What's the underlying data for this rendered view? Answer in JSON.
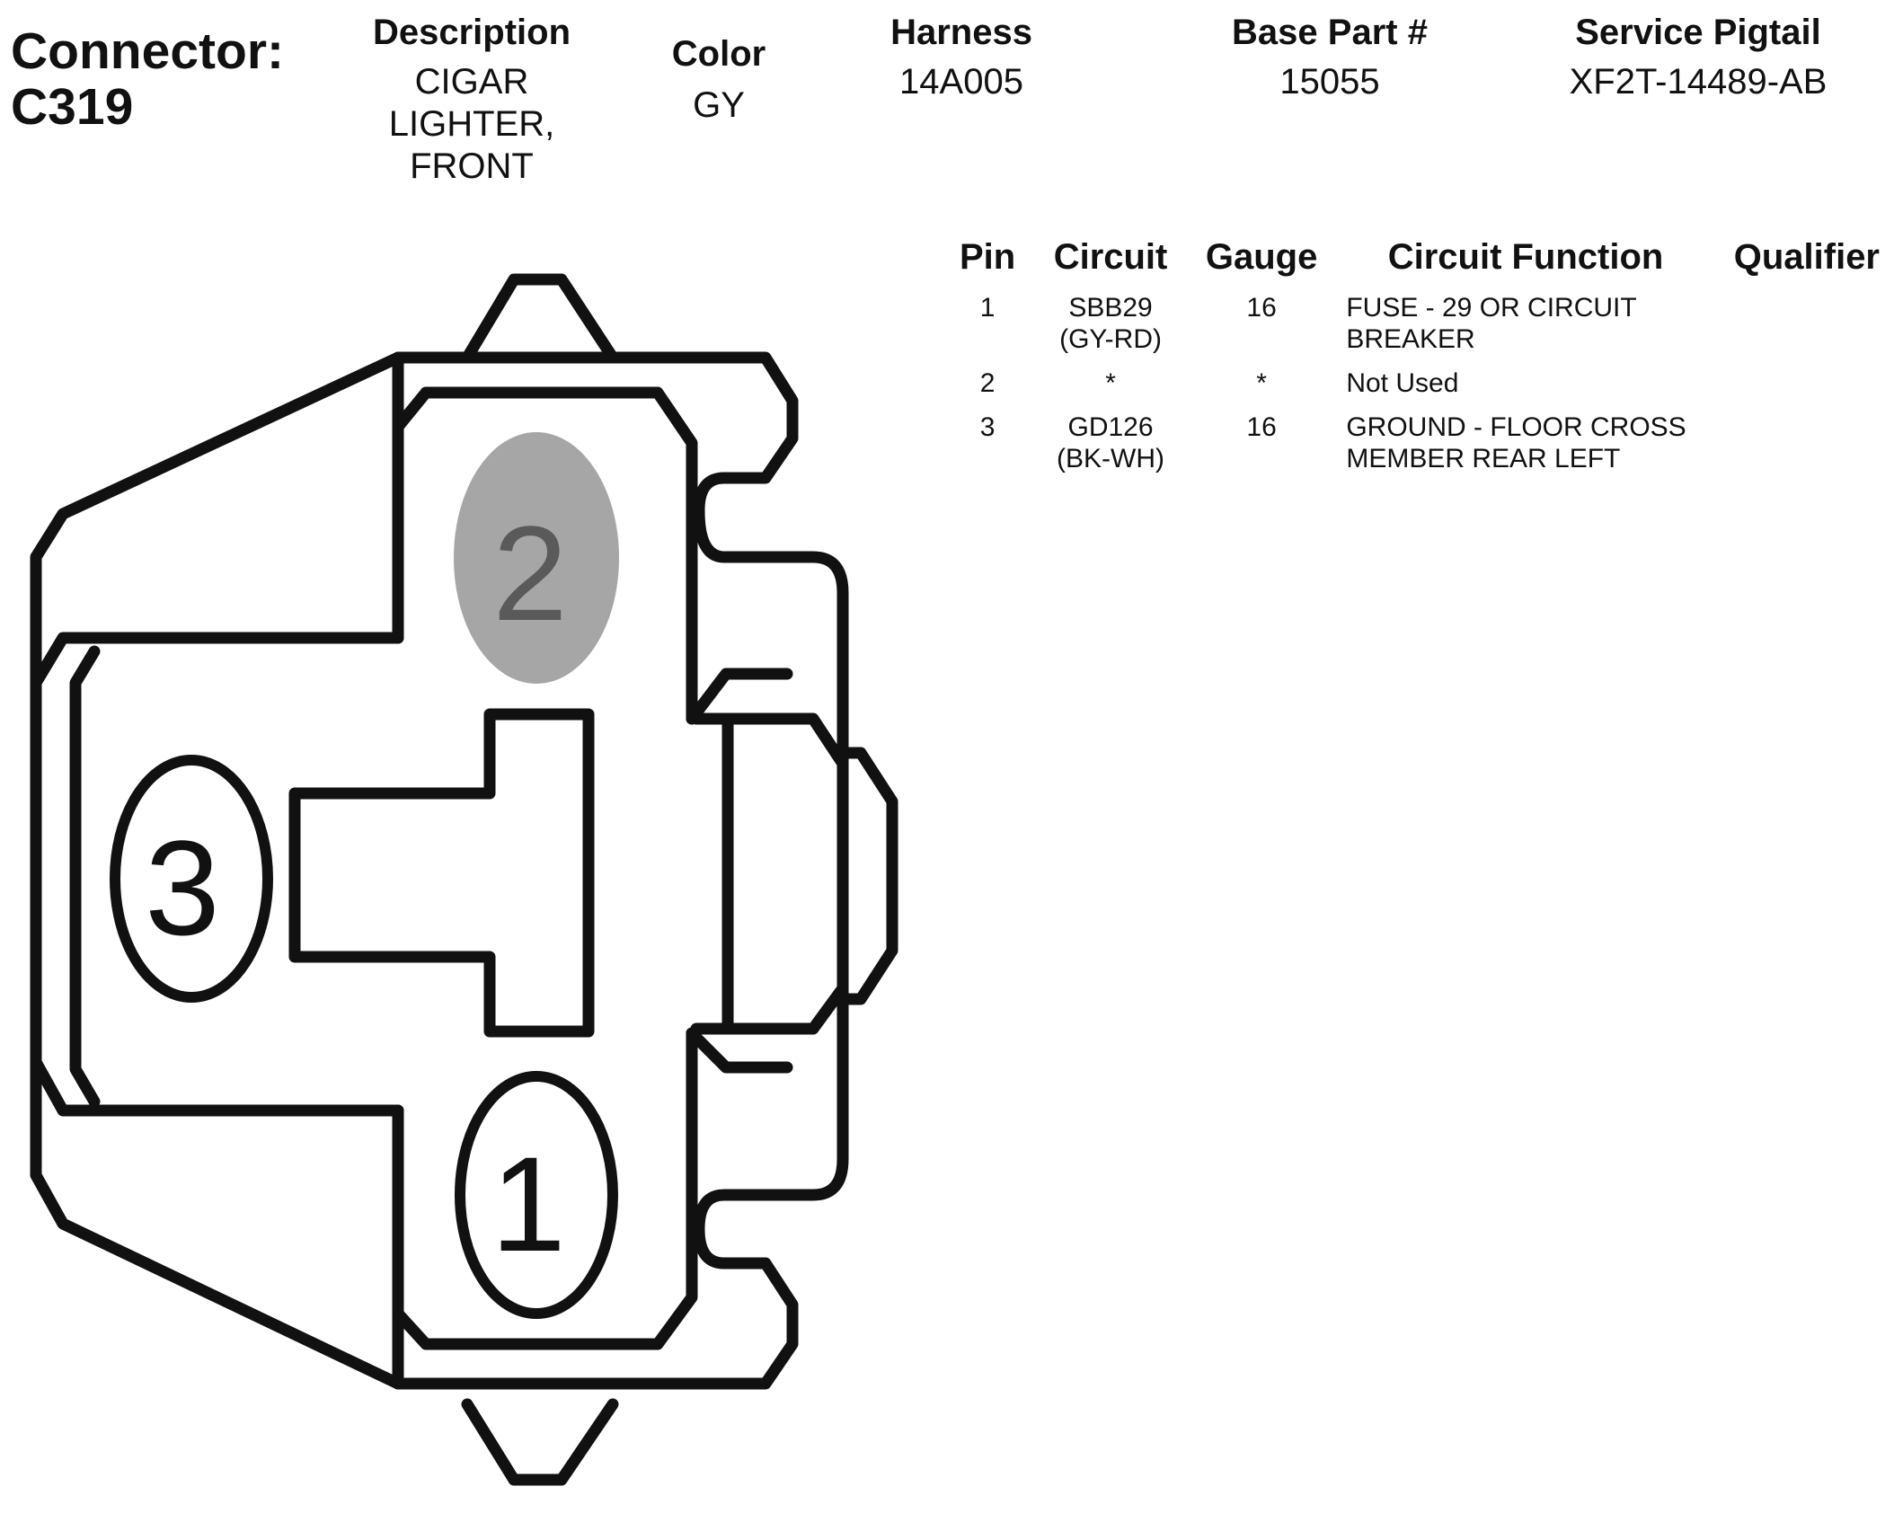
{
  "header": {
    "connector_label": "Connector:",
    "connector_id": "C319",
    "description_label": "Description",
    "description_value": "CIGAR LIGHTER, FRONT",
    "color_label": "Color",
    "color_value": "GY",
    "harness_label": "Harness",
    "harness_value": "14A005",
    "base_part_label": "Base Part #",
    "base_part_value": "15055",
    "service_pigtail_label": "Service Pigtail",
    "service_pigtail_value": "XF2T-14489-AB"
  },
  "table": {
    "headers": [
      "Pin",
      "Circuit",
      "Gauge",
      "Circuit Function",
      "Qualifier"
    ],
    "rows": [
      {
        "pin": "1",
        "circuit": "SBB29 (GY-RD)",
        "gauge": "16",
        "function": "FUSE - 29 OR CIRCUIT BREAKER",
        "qualifier": ""
      },
      {
        "pin": "2",
        "circuit": "*",
        "gauge": "*",
        "function": "Not Used",
        "qualifier": ""
      },
      {
        "pin": "3",
        "circuit": "GD126 (BK-WH)",
        "gauge": "16",
        "function": "GROUND - FLOOR CROSS MEMBER REAR LEFT",
        "qualifier": ""
      }
    ]
  },
  "diagram": {
    "pins": [
      {
        "label": "1",
        "used": true
      },
      {
        "label": "2",
        "used": false
      },
      {
        "label": "3",
        "used": true
      }
    ],
    "stroke_color": "#111111",
    "unused_fill": "#a6a6a6",
    "unused_text": "#5a5a5a"
  }
}
